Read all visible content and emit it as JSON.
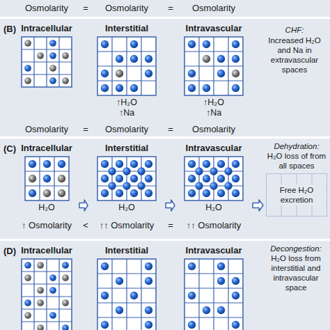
{
  "diagram": {
    "nodes": [
      {
        "text": [
          "(B)"
        ]
      },
      {
        "text": [
          "Intracellular"
        ],
        "in": 0
      },
      {
        "text": [
          "Interstitial",
          "↑H₂O",
          "↑Na"
        ],
        "in": 0
      },
      {
        "text": [
          "Intravascular",
          "↑H₂O",
          "↑Na"
        ],
        "in": 0
      },
      {
        "text": [
          "(C)"
        ]
      },
      {
        "text": [
          "Intracellular",
          "H₂O"
        ],
        "in": 4
      },
      {
        "text": [
          "Interstitial",
          "H₂O"
        ],
        "in": 4
      },
      {
        "text": [
          "Intravascular",
          "H₂O"
        ],
        "in": 4
      },
      {
        "text": [
          "Free H₂O excretion"
        ],
        "in": 4
      },
      {
        "text": [
          "(D)"
        ]
      },
      {
        "text": [
          "Intracellular"
        ],
        "in": 9
      },
      {
        "text": [
          "Interstitial"
        ],
        "in": 9
      },
      {
        "text": [
          "Intravascular"
        ],
        "in": 9
      }
    ],
    "edges": [
      {
        "from": 5,
        "to": 6,
        "arrow": "to"
      },
      {
        "from": 6,
        "to": 7,
        "arrow": "to"
      },
      {
        "from": 7,
        "to": 8,
        "arrow": "to"
      }
    ],
    "labels": [
      "Osmolarity",
      "=",
      "Osmolarity",
      "=",
      "Osmolarity",
      "CHF:",
      "Increased H₂O and Na in extravascular spaces",
      "Osmolarity",
      "=",
      "Osmolarity",
      "=",
      "Osmolarity",
      "Dehydration:",
      "H₂O loss of from all spaces",
      "↑ Osmolarity",
      "<",
      "↑↑ Osmolarity",
      "=",
      "↑↑ Osmolarity",
      "Decongestion:",
      "H₂O loss from interstitial and intravascular space"
    ]
  }
}
